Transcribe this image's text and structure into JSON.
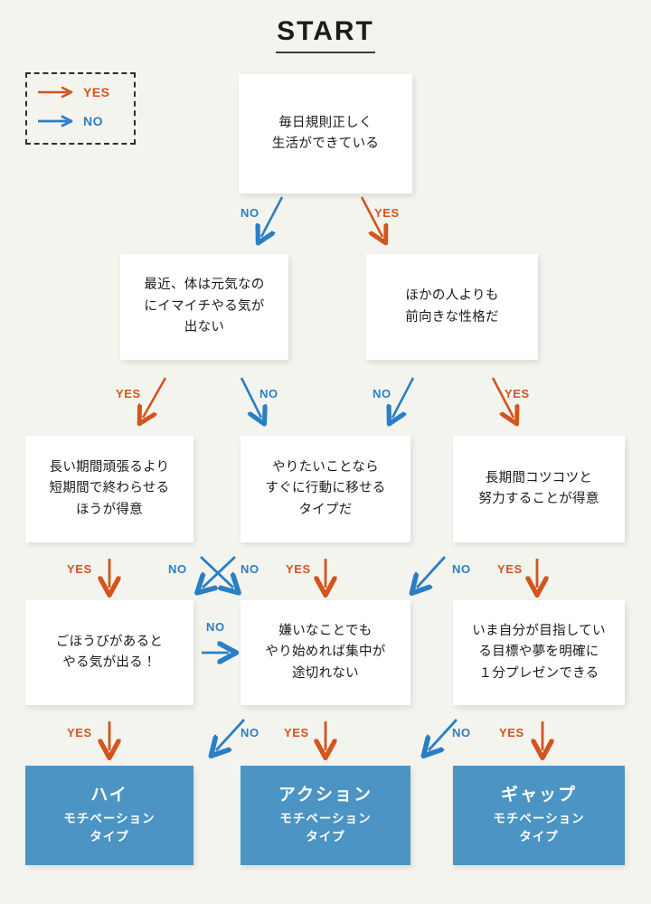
{
  "page": {
    "title": "START",
    "background_color": "#f4f4ef",
    "yes_color": "#d2551e",
    "no_color": "#2a7fc4",
    "result_color": "#4b94c4"
  },
  "legend": {
    "name": "legend-box",
    "yes_label": "YES",
    "no_label": "NO"
  },
  "questions": {
    "q1": "毎日規則正しく\n生活ができている",
    "q2_left": "最近、体は元気なの\nにイマイチやる気が\n出ない",
    "q2_right": "ほかの人よりも\n前向きな性格だ",
    "q3_left": "長い期間頑張るより\n短期間で終わらせる\nほうが得意",
    "q3_mid": "やりたいことなら\nすぐに行動に移せる\nタイプだ",
    "q3_right": "長期間コツコツと\n努力することが得意",
    "q4_left": "ごほうびがあると\nやる気が出る！",
    "q4_mid": "嫌いなことでも\nやり始めれば集中が\n途切れない",
    "q4_right": "いま自分が目指してい\nる目標や夢を明確に\n１分プレゼンできる"
  },
  "results": [
    {
      "title": "ハイ",
      "subtitle": "モチベーション\nタイプ"
    },
    {
      "title": "アクション",
      "subtitle": "モチベーション\nタイプ"
    },
    {
      "title": "ギャップ",
      "subtitle": "モチベーション\nタイプ"
    }
  ],
  "arrow_labels": {
    "r1_no": "NO",
    "r1_yes": "YES",
    "r2_a_yes": "YES",
    "r2_b_no": "NO",
    "r2_c_no": "NO",
    "r2_d_yes": "YES",
    "r3_a_yes": "YES",
    "r3_b_no": "NO",
    "r3_c_no": "NO",
    "r3_d_yes": "YES",
    "r3_e_no": "NO",
    "r3_f_yes": "YES",
    "r4_horizontal_no": "NO",
    "r4_a_yes": "YES",
    "r4_b_no": "NO",
    "r4_c_yes": "YES",
    "r4_d_no": "NO",
    "r4_e_yes": "YES"
  }
}
